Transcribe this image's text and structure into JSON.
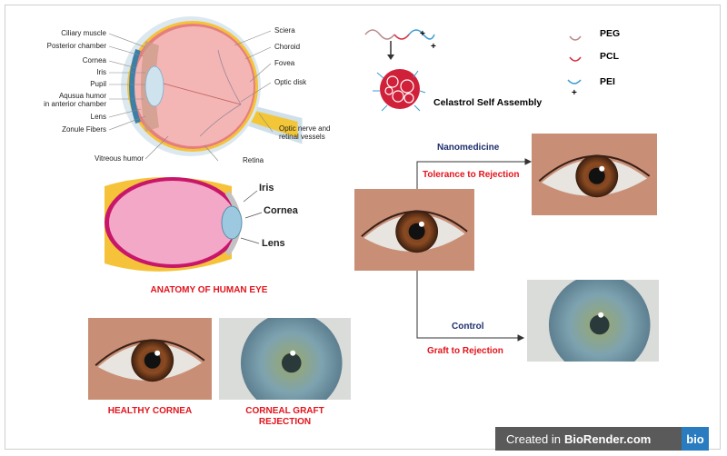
{
  "anatomy": {
    "left_labels": [
      "Ciliary muscle",
      "Posterior chamber",
      "Cornea",
      "Iris",
      "Pupil",
      "Aqusua humor",
      "in anterior chamber",
      "Lens",
      "Zonule Fibers"
    ],
    "right_labels": [
      "Sciera",
      "Choroid",
      "Fovea",
      "Optic disk",
      "Optic nerve and",
      "retinal vessels"
    ],
    "bottom_labels": [
      "Vitreous humor",
      "Retina"
    ],
    "cross_section_labels": [
      "Iris",
      "Cornea",
      "Lens"
    ],
    "title": "ANATOMY OF HUMAN EYE"
  },
  "photos": {
    "healthy_label": "HEALTHY CORNEA",
    "graft_label_1": "CORNEAL GRAFT",
    "graft_label_2": "REJECTION"
  },
  "assembly": {
    "label": "Celastrol Self Assembly",
    "legend": [
      "PEG",
      "PCL",
      "PEI"
    ],
    "plus": "+"
  },
  "outcomes": {
    "top_title": "Nanomedicine",
    "top_result": "Tolerance to Rejection",
    "bottom_title": "Control",
    "bottom_result": "Graft to Rejection"
  },
  "badge": {
    "text_prefix": "Created in ",
    "text_brand": "BioRender.com",
    "logo": "bio"
  },
  "colors": {
    "red": "#e2141c",
    "navy": "#1f2f6e",
    "peg": "#b98a8a",
    "pcl": "#d63040",
    "pei": "#3a9ad0"
  }
}
